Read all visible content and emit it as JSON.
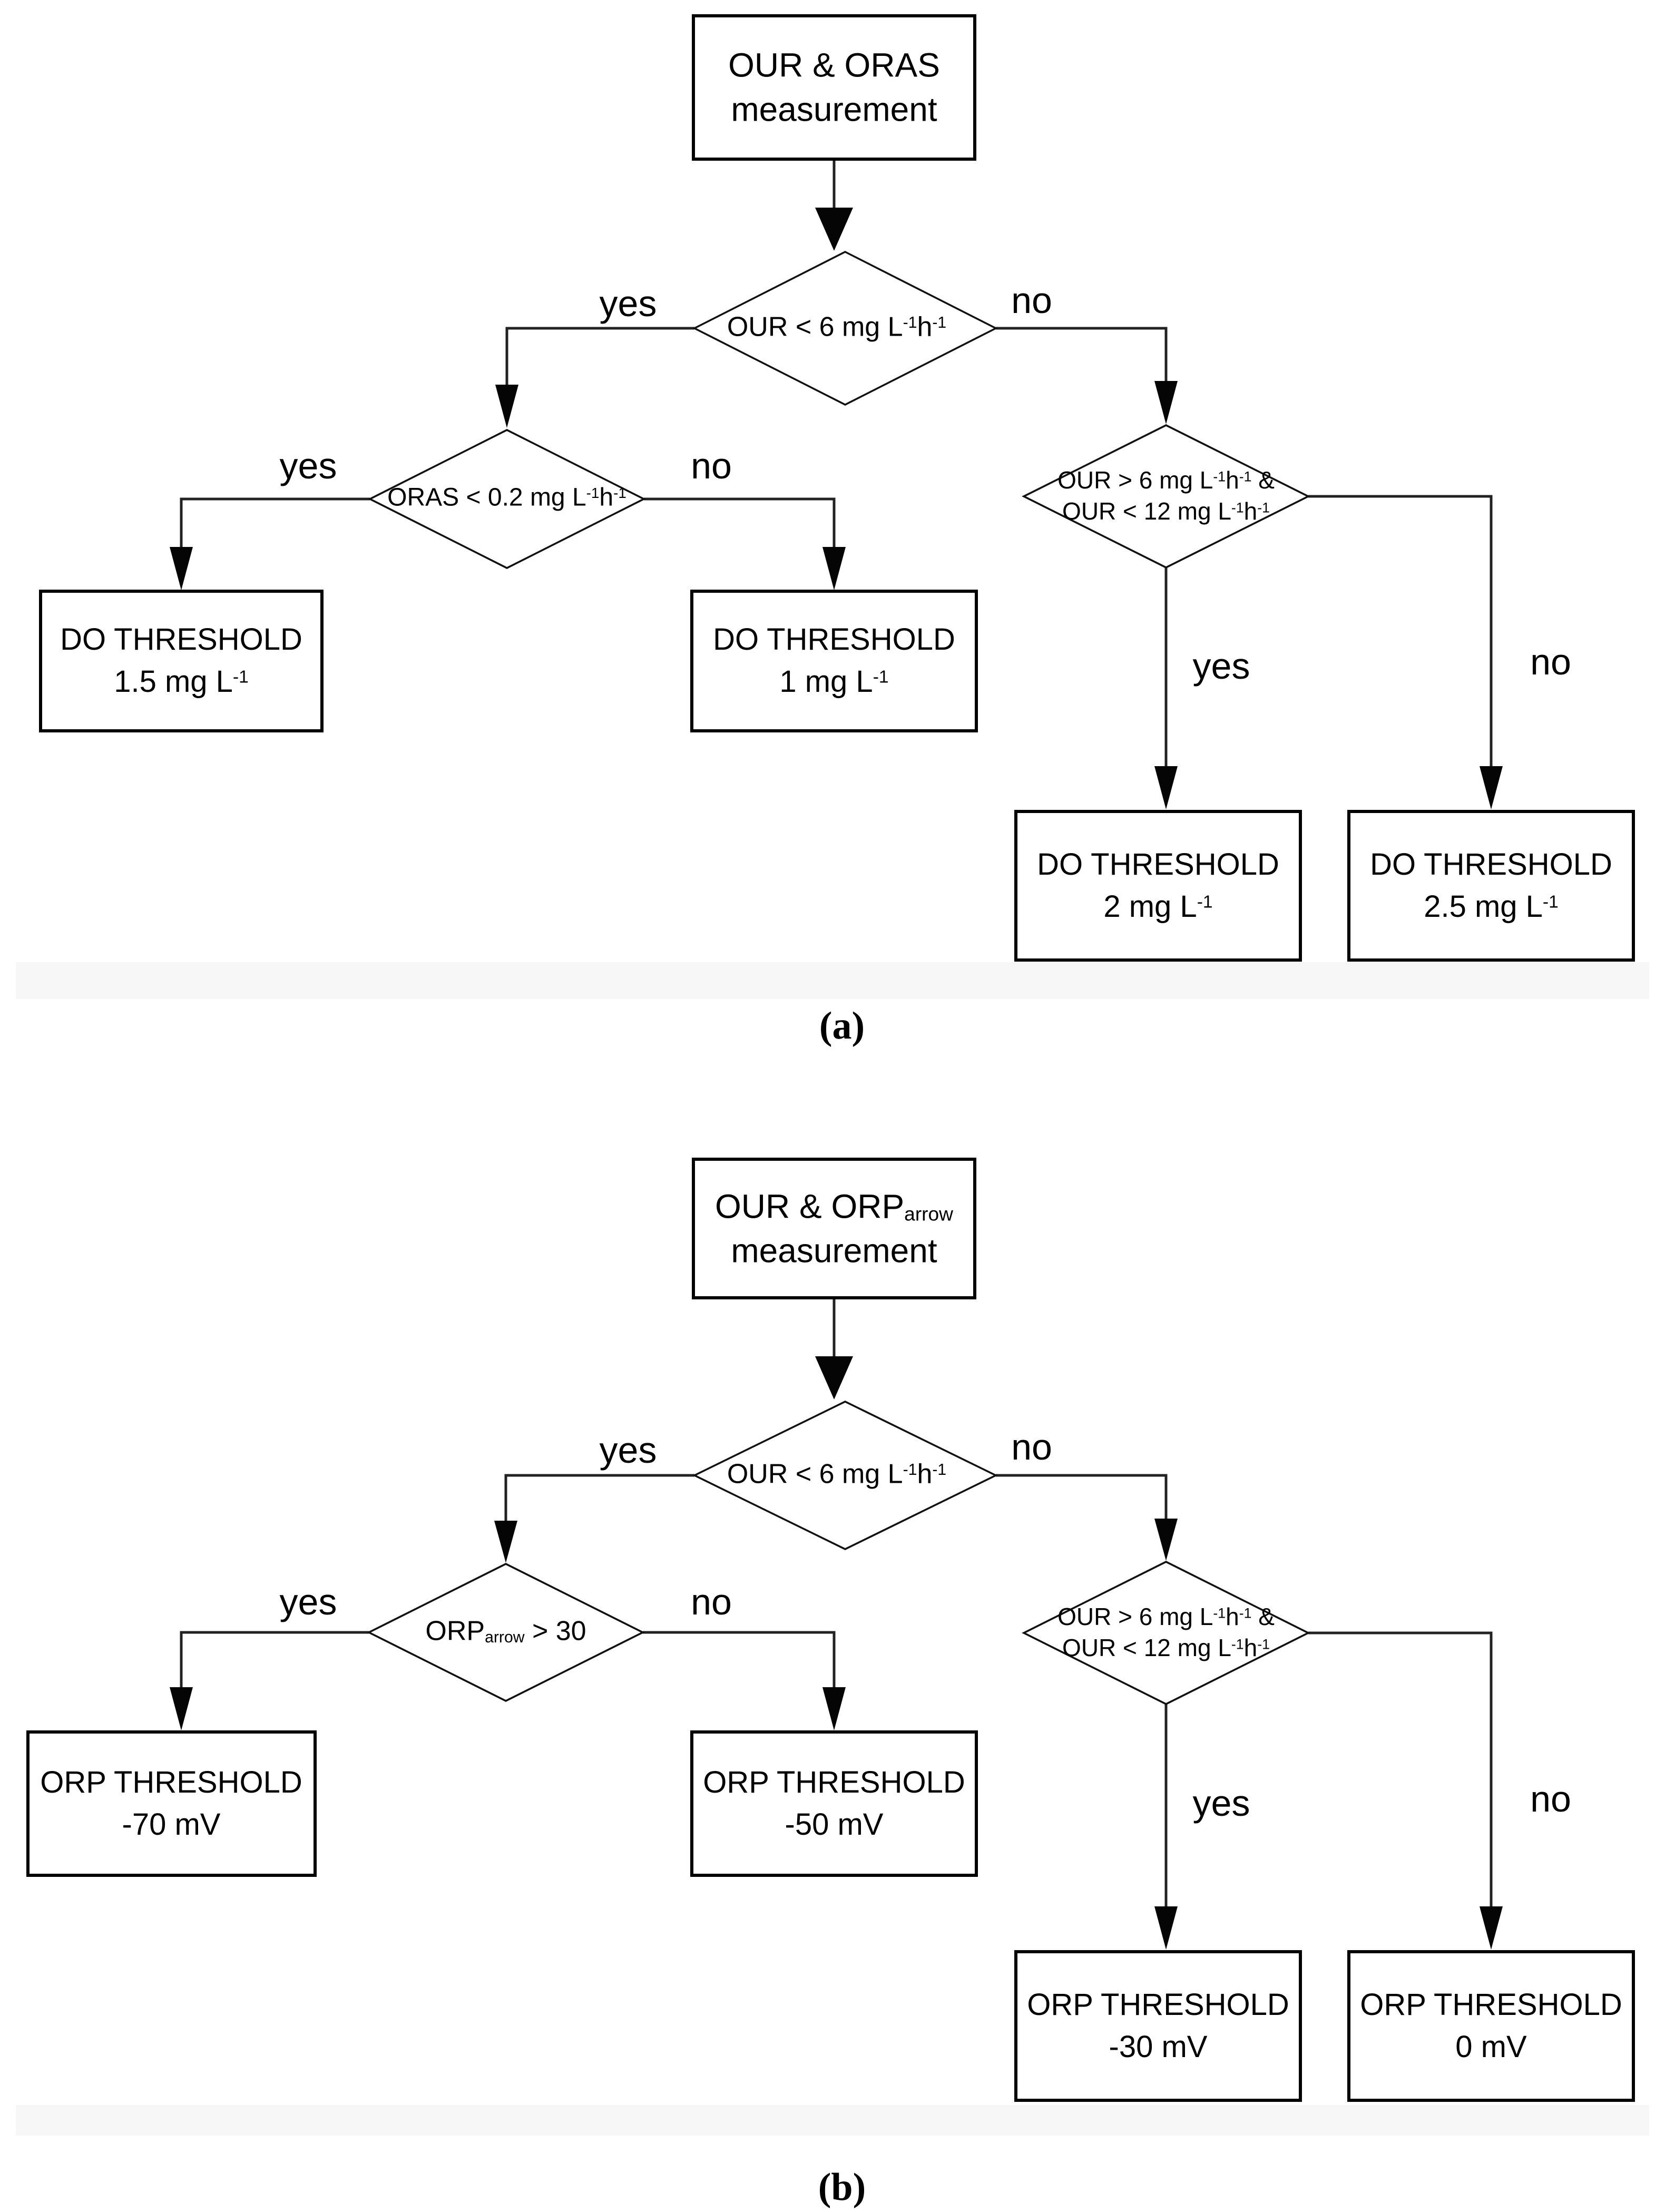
{
  "figure": {
    "caption_a": "(a)",
    "caption_b": "(b)",
    "branch_labels": {
      "yes": "yes",
      "no": "no"
    },
    "flowchart_a": {
      "start": "OUR & ORAS\nmeasurement",
      "decision_our_lt6": "OUR < 6 mg L^{-1}h^{-1}",
      "decision_oras": "ORAS < 0.2 mg L^{-1}h^{-1}",
      "decision_our_6_12": "OUR > 6 mg L^{-1}h^{-1} &\nOUR < 12 mg L^{-1}h^{-1}",
      "outcome_yes_yes": "DO THRESHOLD\n1.5 mg L^{-1}",
      "outcome_yes_no": "DO THRESHOLD\n1 mg L^{-1}",
      "outcome_no_yes": "DO THRESHOLD\n2 mg L^{-1}",
      "outcome_no_no": "DO THRESHOLD\n2.5 mg L^{-1}"
    },
    "flowchart_b": {
      "start": "OUR & ORP_{arrow}\nmeasurement",
      "decision_our_lt6": "OUR < 6 mg L^{-1}h^{-1}",
      "decision_orp": "ORP_{arrow} > 30",
      "decision_our_6_12": "OUR > 6 mg L^{-1}h^{-1} &\nOUR < 12 mg L^{-1}h^{-1}",
      "outcome_yes_yes": "ORP THRESHOLD\n-70 mV",
      "outcome_yes_no": "ORP THRESHOLD\n-50 mV",
      "outcome_no_yes": "ORP THRESHOLD\n-30 mV",
      "outcome_no_no": "ORP THRESHOLD\n0 mV"
    }
  }
}
